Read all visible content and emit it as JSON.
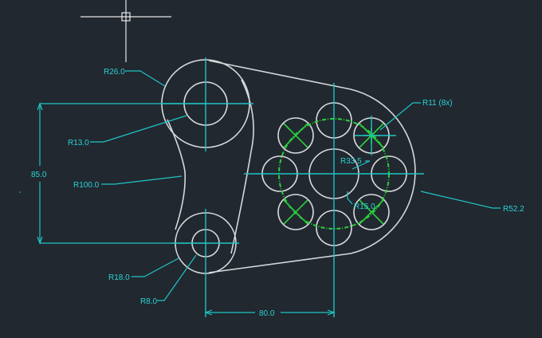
{
  "drawing": {
    "annotations": {
      "r26": "R26.0",
      "r13": "R13.0",
      "r100": "R100.0",
      "r18": "R18.0",
      "r8": "R8.0",
      "r11x8": "R11 (8x)",
      "r33_5": "R33.5",
      "r15": "R15.0",
      "r52_2": "R52.2",
      "dim85": "85.0",
      "dim80": "80.0"
    },
    "colors": {
      "background": "#212830",
      "geometry": "#d6d8da",
      "dimension": "#1fc4c4",
      "construction": "#2bcf3a",
      "cursor": "#e6e6e6"
    }
  }
}
